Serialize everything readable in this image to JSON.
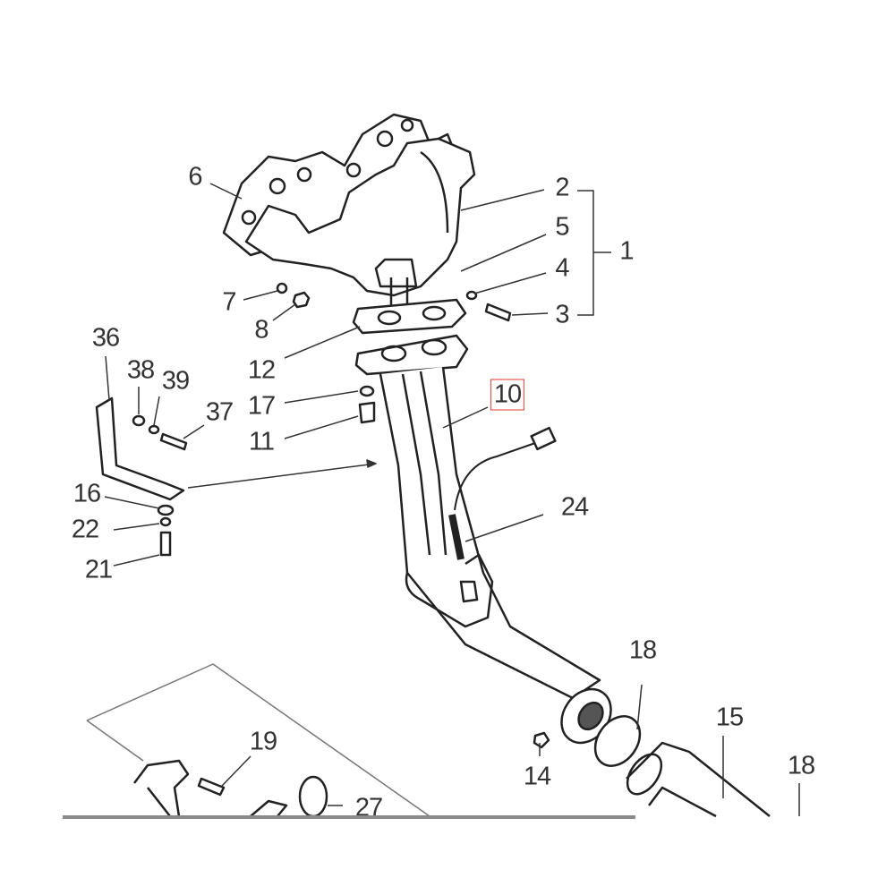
{
  "diagram": {
    "title_hidden": null,
    "highlight_color": "#e53935",
    "callouts": [
      {
        "id": "c6",
        "text": "6"
      },
      {
        "id": "c2",
        "text": "2"
      },
      {
        "id": "c5",
        "text": "5"
      },
      {
        "id": "c1",
        "text": "1"
      },
      {
        "id": "c4",
        "text": "4"
      },
      {
        "id": "c3",
        "text": "3"
      },
      {
        "id": "c7",
        "text": "7"
      },
      {
        "id": "c8",
        "text": "8"
      },
      {
        "id": "c12",
        "text": "12"
      },
      {
        "id": "c17",
        "text": "17"
      },
      {
        "id": "c11",
        "text": "11"
      },
      {
        "id": "c10",
        "text": "10"
      },
      {
        "id": "c36",
        "text": "36"
      },
      {
        "id": "c38",
        "text": "38"
      },
      {
        "id": "c39",
        "text": "39"
      },
      {
        "id": "c37",
        "text": "37"
      },
      {
        "id": "c16",
        "text": "16"
      },
      {
        "id": "c22",
        "text": "22"
      },
      {
        "id": "c21",
        "text": "21"
      },
      {
        "id": "c24",
        "text": "24"
      },
      {
        "id": "c18a",
        "text": "18"
      },
      {
        "id": "c15",
        "text": "15"
      },
      {
        "id": "c18b",
        "text": "18"
      },
      {
        "id": "c14",
        "text": "14"
      },
      {
        "id": "c19",
        "text": "19"
      },
      {
        "id": "c27",
        "text": "27"
      }
    ]
  }
}
